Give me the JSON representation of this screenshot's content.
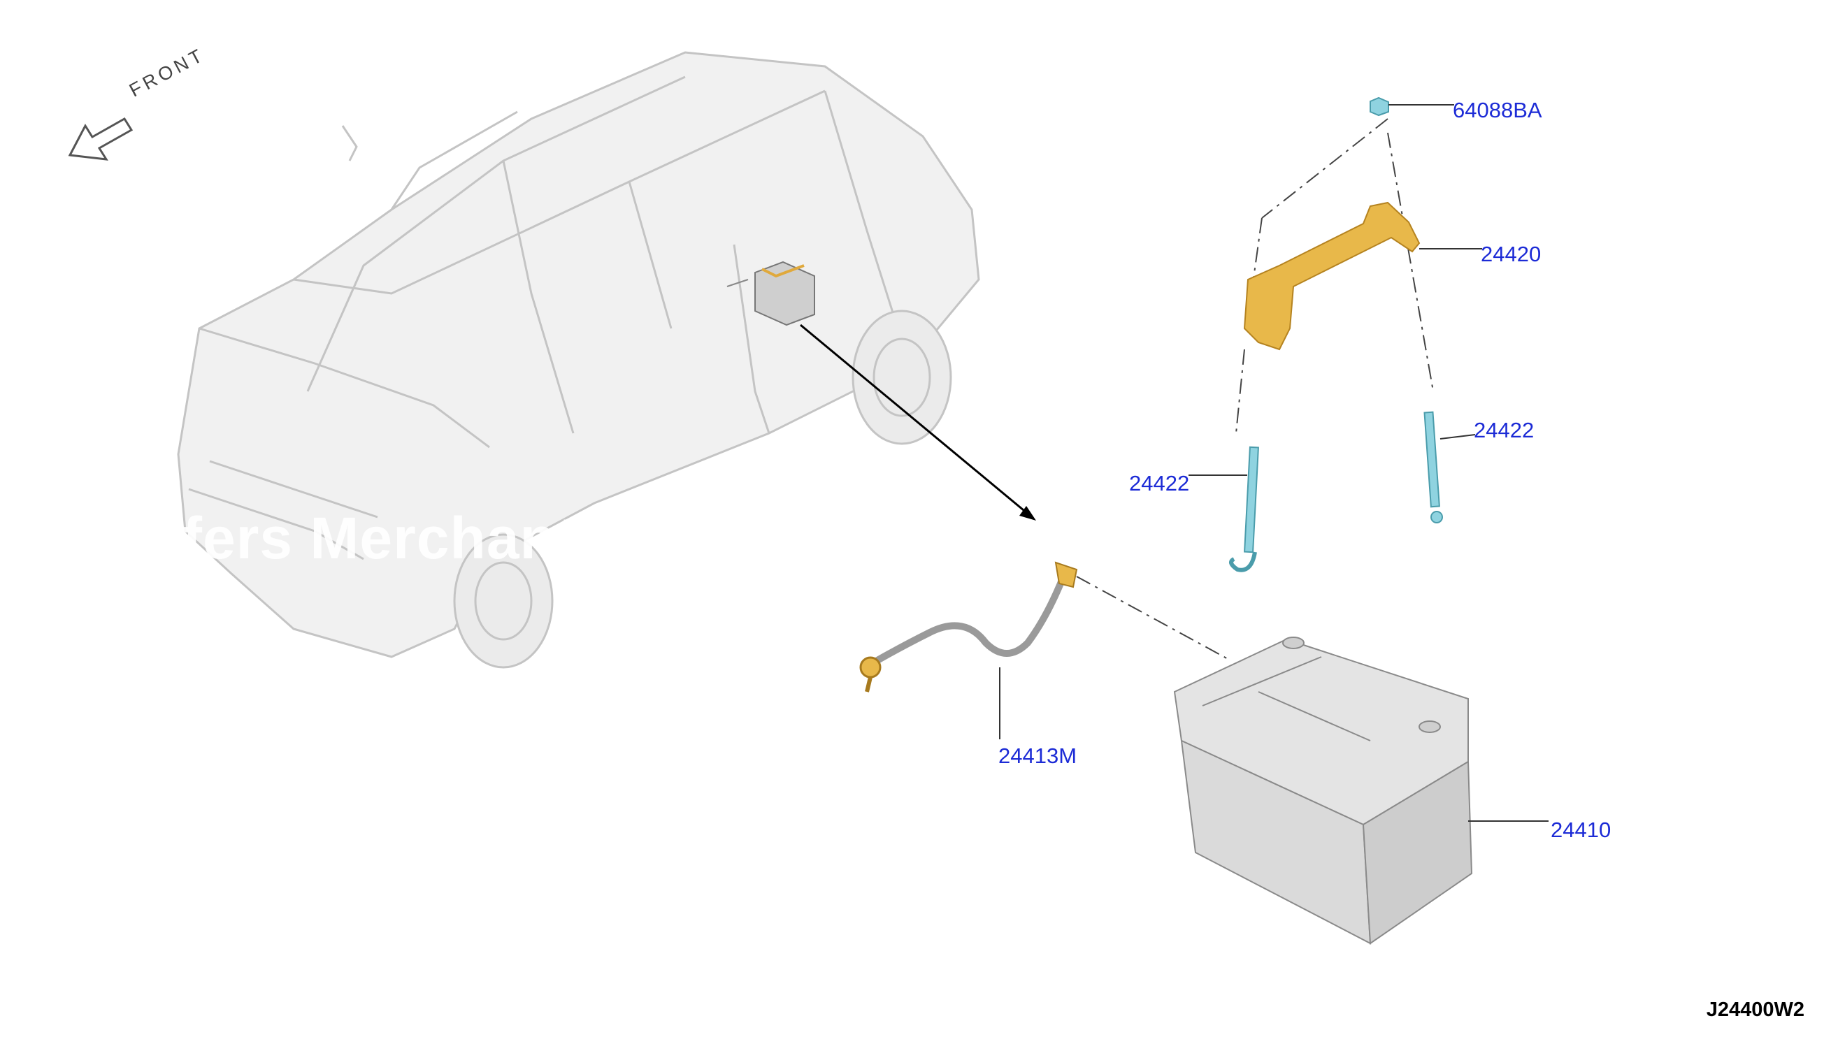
{
  "front_indicator": "FRONT",
  "watermark": "ffers Merchant A",
  "drawing_code": "J24400W2",
  "parts": {
    "nut": "64088BA",
    "frame": "24420",
    "rod_right": "24422",
    "rod_left": "24422",
    "cable": "24413M",
    "battery": "24410"
  },
  "colors": {
    "label": "#1c2bd6",
    "frame": "#e8b84a",
    "rod": "#8fd3e0",
    "battery": "#d9d9d9",
    "car_outline": "#c9c9c9"
  }
}
